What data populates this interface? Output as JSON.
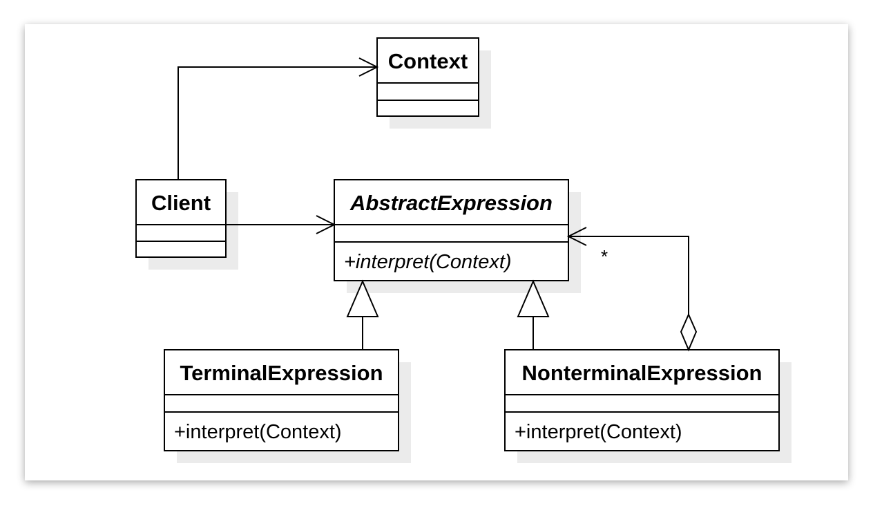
{
  "diagram": {
    "classes": {
      "context": {
        "name": "Context",
        "operation": ""
      },
      "client": {
        "name": "Client",
        "operation": ""
      },
      "abstract_expression": {
        "name": "AbstractExpression",
        "operation": "+interpret(Context)"
      },
      "terminal_expression": {
        "name": "TerminalExpression",
        "operation": "+interpret(Context)"
      },
      "nonterminal_expression": {
        "name": "NonterminalExpression",
        "operation": "+interpret(Context)"
      }
    },
    "relations": {
      "aggregation_multiplicity": "*"
    }
  }
}
